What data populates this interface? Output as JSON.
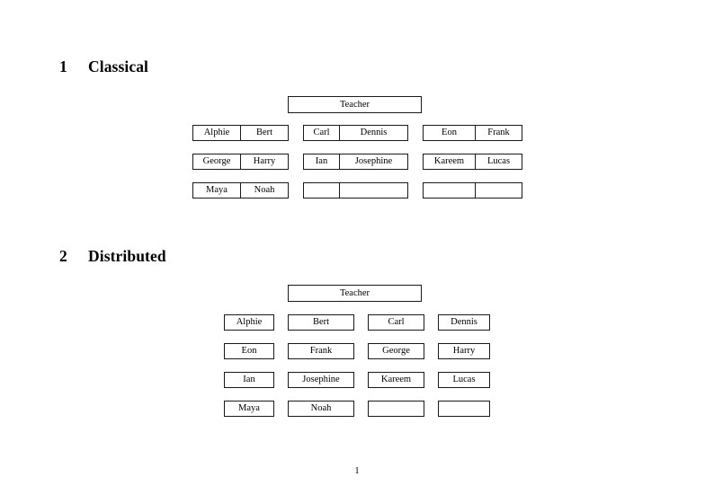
{
  "document": {
    "page_number": "1"
  },
  "sections": [
    {
      "number": "1",
      "title": "Classical",
      "teacher_label": "Teacher",
      "groups": [
        {
          "name": "left",
          "rows": [
            {
              "left": "Alphie",
              "right": "Bert"
            },
            {
              "left": "George",
              "right": "Harry"
            },
            {
              "left": "Maya",
              "right": "Noah"
            }
          ]
        },
        {
          "name": "middle",
          "rows": [
            {
              "left": "Carl",
              "right": "Dennis"
            },
            {
              "left": "Ian",
              "right": "Josephine"
            },
            {
              "left": "",
              "right": ""
            }
          ]
        },
        {
          "name": "right",
          "rows": [
            {
              "left": "Eon",
              "right": "Frank"
            },
            {
              "left": "Kareem",
              "right": "Lucas"
            },
            {
              "left": "",
              "right": ""
            }
          ]
        }
      ]
    },
    {
      "number": "2",
      "title": "Distributed",
      "teacher_label": "Teacher",
      "rows": [
        [
          "Alphie",
          "Bert",
          "Carl",
          "Dennis"
        ],
        [
          "Eon",
          "Frank",
          "George",
          "Harry"
        ],
        [
          "Ian",
          "Josephine",
          "Kareem",
          "Lucas"
        ],
        [
          "Maya",
          "Noah",
          "",
          ""
        ]
      ]
    }
  ]
}
